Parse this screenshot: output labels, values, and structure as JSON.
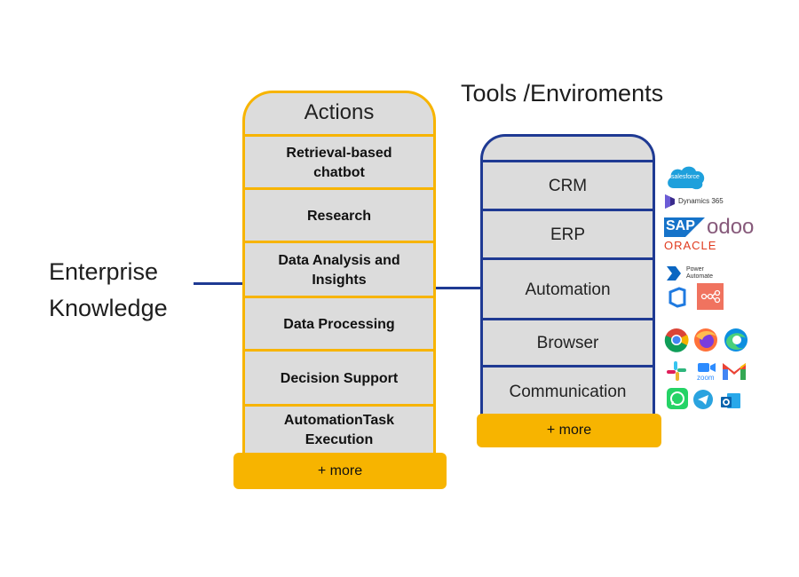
{
  "enterprise_knowledge": {
    "line1": "Enterprise",
    "line2": "Knowledge"
  },
  "actions": {
    "title": "Actions",
    "items": [
      {
        "line1": "Retrieval-based",
        "line2": "chatbot"
      },
      {
        "line1": "Research",
        "line2": ""
      },
      {
        "line1": "Data Analysis and",
        "line2": "Insights"
      },
      {
        "line1": "Data Processing",
        "line2": ""
      },
      {
        "line1": "Decision Support",
        "line2": ""
      },
      {
        "line1": "AutomationTask",
        "line2": "Execution"
      }
    ],
    "more": "+ more"
  },
  "tools": {
    "title": "Tools /Enviroments",
    "items": [
      "CRM",
      "ERP",
      "Automation",
      "Browser",
      "Communication"
    ],
    "more": "+ more"
  },
  "logos": {
    "salesforce": "salesforce",
    "dynamics": "Dynamics 365",
    "sap": "SAP",
    "odoo": "odoo",
    "oracle": "ORACLE",
    "power_automate_1": "Power",
    "power_automate_2": "Automate",
    "zoom": "zoom"
  },
  "colors": {
    "actions_border": "#f7b400",
    "tools_border": "#1f3a93",
    "cell_fill": "#dcdcdc",
    "more_fill": "#f7b400"
  }
}
